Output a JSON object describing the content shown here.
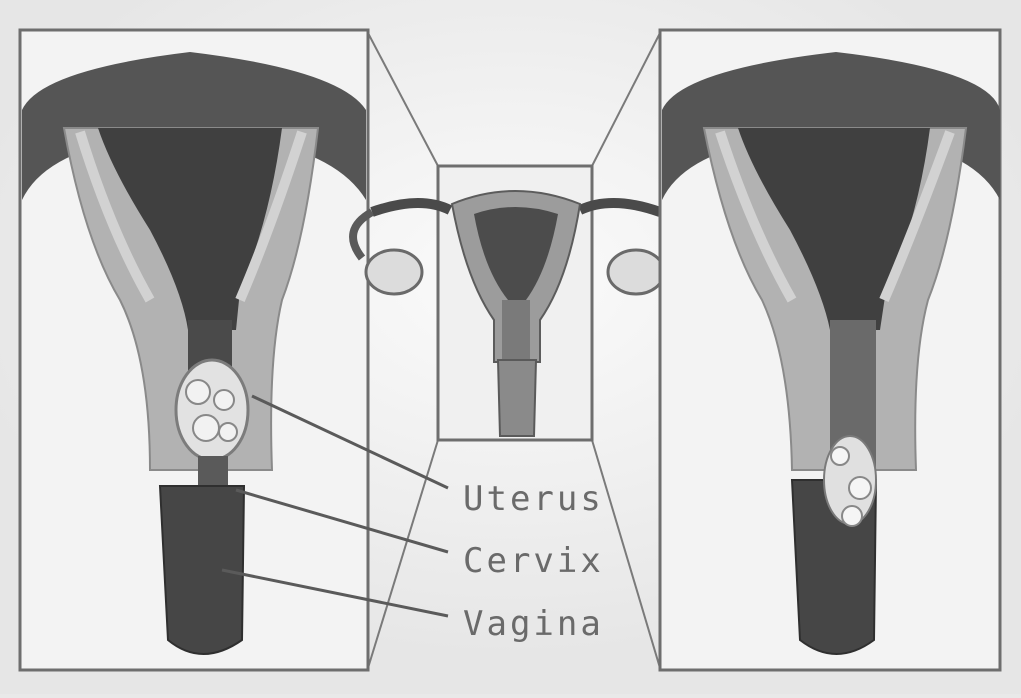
{
  "labels": {
    "uterus": "Uterus",
    "cervix": "Cervix",
    "vagina": "Vagina"
  },
  "colors": {
    "background": "#e9e9e9",
    "panel": "#f4f4f4",
    "frame": "#6e6e6e",
    "cavity": "#3f3f3f",
    "wall": "#b4b4b4",
    "tumor": "#e2e2e2",
    "leader": "#5a5a5a"
  }
}
